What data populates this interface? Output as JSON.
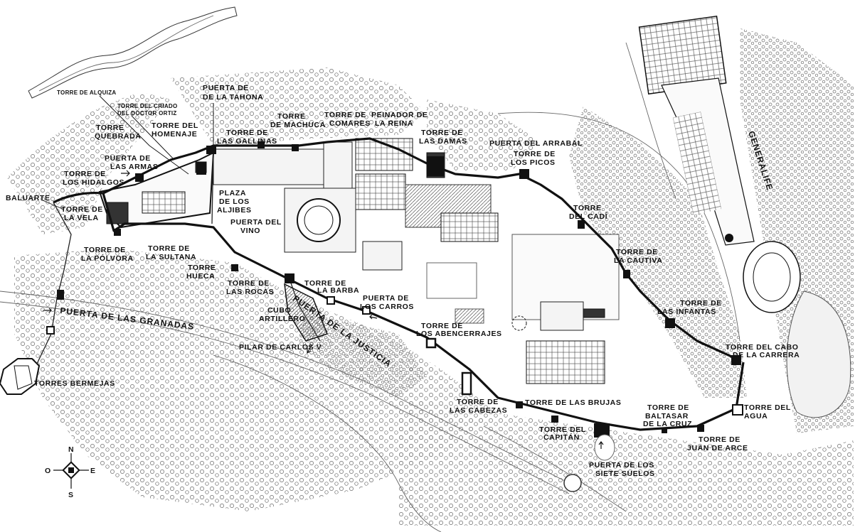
{
  "labels": {
    "torre_alquiza": "TORRE DE ALQUIZA",
    "torre_criado_1": "TORRE DEL CRIADO",
    "torre_criado_2": "DEL DOCTOR ORTIZ",
    "puerta_tahona_1": "PUERTA DE",
    "puerta_tahona_2": "DE LA TAHONA",
    "torre_machuca_1": "TORRE",
    "torre_machuca_2": "DE MACHUCA",
    "torre_comares_1": "TORRE DE",
    "torre_comares_2": "COMARES",
    "peinador_1": "PEINADOR DE",
    "peinador_2": "LA REINA",
    "torre_quebrada_1": "TORRE",
    "torre_quebrada_2": "QUEBRADA",
    "torre_homenaje_1": "TORRE DEL",
    "torre_homenaje_2": "HOMENAJE",
    "torre_gallinas_1": "TORRE DE",
    "torre_gallinas_2": "LAS GALLINAS",
    "torre_damas_1": "TORRE DE",
    "torre_damas_2": "LAS DAMAS",
    "puerta_arrabal": "PUERTA DEL ARRABAL",
    "torre_picos_1": "TORRE DE",
    "torre_picos_2": "LOS PICOS",
    "generalife": "GENERALIFE",
    "puerta_armas_1": "PUERTA DE",
    "puerta_armas_2": "LAS ARMAS",
    "torre_hidalgos_1": "TORRE DE",
    "torre_hidalgos_2": "LOS HIDALGOS",
    "baluarte": "BALUARTE",
    "torre_vela_1": "TORRE DE",
    "torre_vela_2": "LA VELA",
    "plaza_aljibes_1": "PLAZA",
    "plaza_aljibes_2": "DE LOS",
    "plaza_aljibes_3": "ALJIBES",
    "torre_cadi_1": "TORRE",
    "torre_cadi_2": "DEL CADÍ",
    "puerta_vino_1": "PUERTA DEL",
    "puerta_vino_2": "VINO",
    "torre_polvora_1": "TORRE DE",
    "torre_polvora_2": "LA PÓLVORA",
    "torre_sultana_1": "TORRE DE",
    "torre_sultana_2": "LA SULTANA",
    "torre_hueca_1": "TORRE",
    "torre_hueca_2": "HUECA",
    "torre_cautiva_1": "TORRE DE",
    "torre_cautiva_2": "LA CAUTIVA",
    "torre_rocas_1": "TORRE DE",
    "torre_rocas_2": "LAS ROCAS",
    "torre_barba_1": "TORRE DE",
    "torre_barba_2": "LA BARBA",
    "puerta_carros_1": "PUERTA DE",
    "puerta_carros_2": "LOS CARROS",
    "torre_infantas_1": "TORRE DE",
    "torre_infantas_2": "LAS INFANTAS",
    "cubo_1": "CUBO",
    "cubo_2": "ARTILLERO",
    "puerta_justicia": "PUERTA DE LA JUSTICIA",
    "puerta_granadas": "PUERTA DE LAS GRANADAS",
    "torre_abencerrajes_1": "TORRE DE",
    "torre_abencerrajes_2": "LOS ABENCERRAJES",
    "pilar_carlos": "PILAR DE CARLOS V",
    "torre_cabo_1": "TORRE DEL CABO",
    "torre_cabo_2": "DE LA CARRERA",
    "torres_bermejas": "TORRES BERMEJAS",
    "torre_cabezas_1": "TORRE DE",
    "torre_cabezas_2": "LAS CABEZAS",
    "torre_brujas": "TORRE DE LAS BRUJAS",
    "torre_baltasar_1": "TORRE DE",
    "torre_baltasar_2": "BALTASAR",
    "torre_baltasar_3": "DE LA CRUZ",
    "torre_agua_1": "TORRE DEL",
    "torre_agua_2": "AGUA",
    "torre_capitan_1": "TORRE DEL",
    "torre_capitan_2": "CAPITÁN",
    "torre_juan_1": "TORRE DE",
    "torre_juan_2": "JUAN DE ARCE",
    "puerta_siete_1": "PUERTA DE LOS",
    "puerta_siete_2": "SIETE SUELOS"
  },
  "compass": {
    "n": "N",
    "s": "S",
    "e": "E",
    "w": "O"
  },
  "colors": {
    "ink": "#111111",
    "paper": "#ffffff",
    "vegetation": "#666666"
  }
}
